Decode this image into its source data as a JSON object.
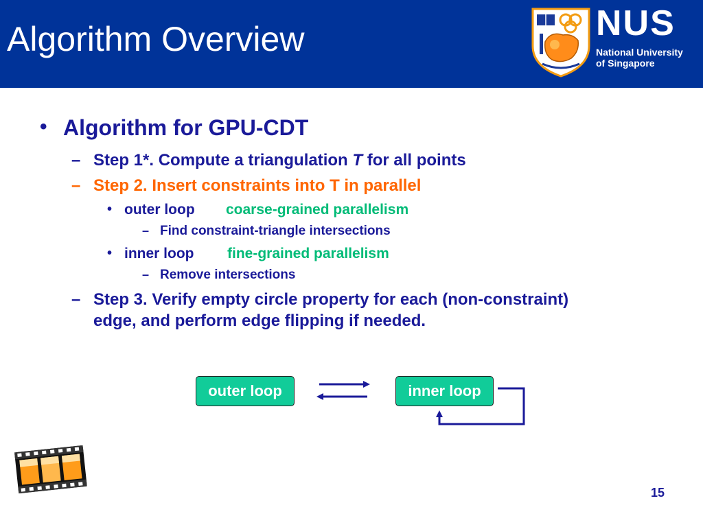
{
  "slide": {
    "title": "Algorithm Overview",
    "page_number": "15"
  },
  "logo": {
    "wordmark": "NUS",
    "subtitle_line1": "National University",
    "subtitle_line2": "of Singapore"
  },
  "content": {
    "heading": "Algorithm for GPU-CDT",
    "step1_prefix": "Step 1*. Compute a triangulation",
    "step1_var": "T",
    "step1_suffix": "for all points",
    "step2": "Step 2. Insert constraints into T in parallel",
    "outer_loop_label": "outer loop",
    "outer_loop_desc": "coarse-grained parallelism",
    "outer_loop_detail": "Find constraint-triangle intersections",
    "inner_loop_label": "inner loop",
    "inner_loop_desc": "fine-grained parallelism",
    "inner_loop_detail": "Remove intersections",
    "step3_line1": "Step 3. Verify empty circle property for each (non-constraint)",
    "step3_line2": "edge, and perform edge flipping if needed."
  },
  "diagram": {
    "outer_box": "outer loop",
    "inner_box": "inner loop"
  },
  "colors": {
    "header_blue": "#003399",
    "text_navy": "#1a1a99",
    "highlight_orange": "#ff6600",
    "accent_green": "#00bb77",
    "box_green": "#11cc99"
  }
}
